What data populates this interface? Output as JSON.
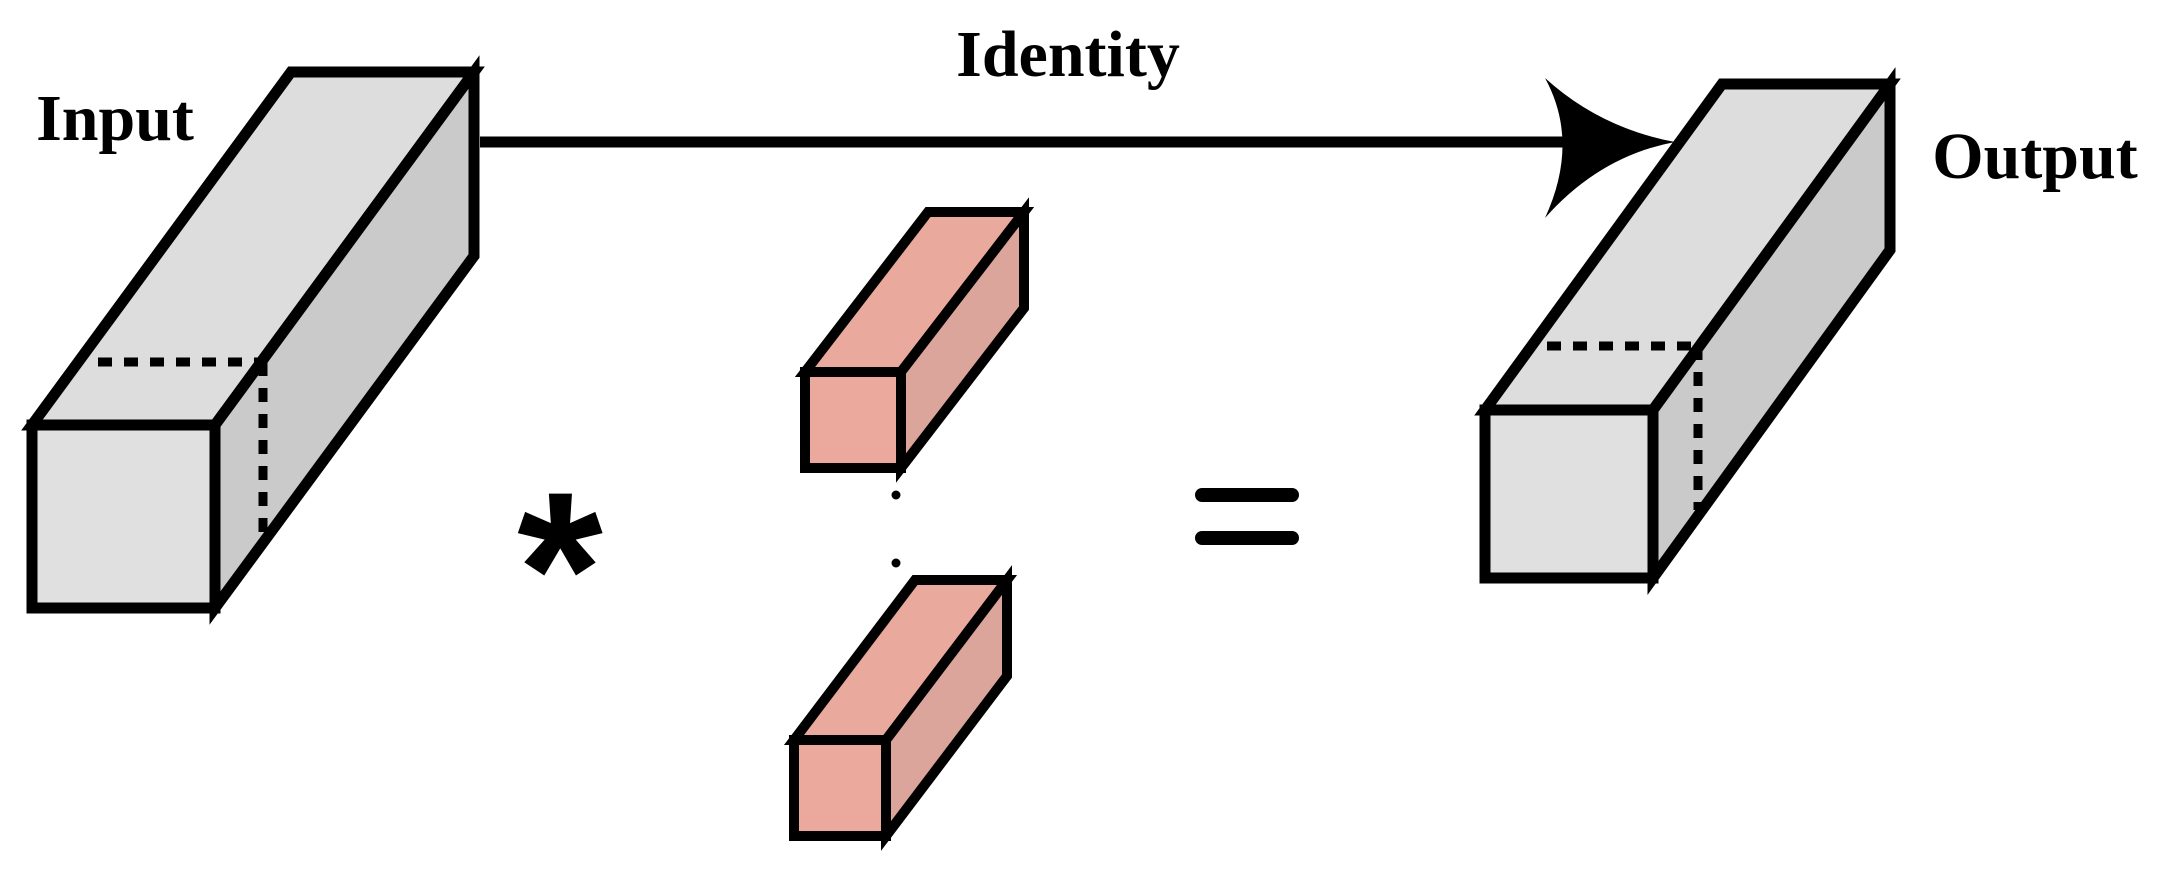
{
  "labels": {
    "input": "Input",
    "identity": "Identity",
    "output": "Output",
    "multiply_operator": "*",
    "equals_operator": "="
  },
  "colors": {
    "block_front": "#dfe0df",
    "block_top": "#dcdddc",
    "block_side": "#c9cac9",
    "kernel_front": "#eba89c",
    "kernel_top": "#e9a99c",
    "kernel_side": "#dca59b",
    "stroke": "#000000"
  }
}
